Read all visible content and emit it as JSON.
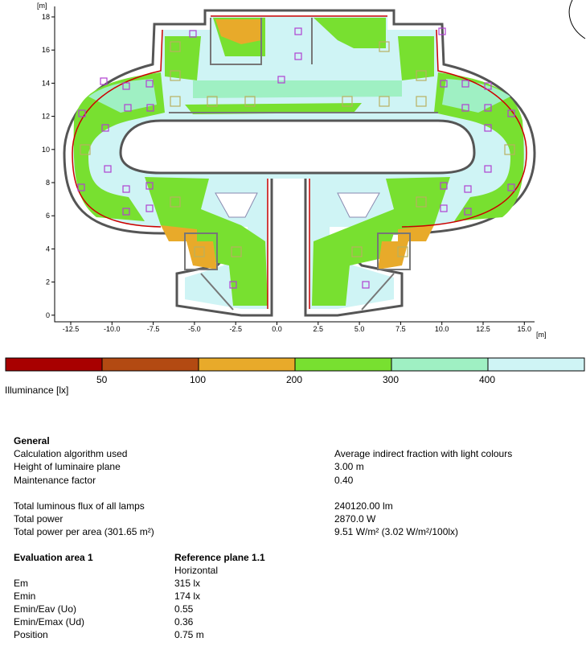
{
  "plot": {
    "unit_label": "[m]",
    "y_ticks": [
      "18",
      "16",
      "14",
      "12",
      "10",
      "8",
      "6",
      "4",
      "2",
      "0"
    ],
    "x_ticks": [
      "-12.5",
      "-10.0",
      "-7.5",
      "-5.0",
      "-2.5",
      "0.0",
      "2.5",
      "5.0",
      "7.5",
      "10.0",
      "12.5",
      "15.0"
    ]
  },
  "legend": {
    "title": "Illuminance [lx]",
    "ticks": [
      "50",
      "100",
      "200",
      "300",
      "400"
    ],
    "colors": [
      "#a80000",
      "#b34a12",
      "#e8aa2a",
      "#78e030",
      "#9ff0c3",
      "#cff4f5"
    ]
  },
  "general": {
    "heading": "General",
    "rows": [
      {
        "label": "Calculation algorithm used",
        "value": "Average indirect fraction with light colours"
      },
      {
        "label": "Height of luminaire plane",
        "value": "3.00 m"
      },
      {
        "label": "Maintenance factor",
        "value": "0.40"
      },
      {
        "label": "Total luminous flux of all lamps",
        "value": "240120.00 lm"
      },
      {
        "label": "Total power",
        "value": "2870.0 W"
      },
      {
        "label": "Total power per area (301.65 m²)",
        "value": "9.51 W/m² (3.02 W/m²/100lx)"
      }
    ]
  },
  "evaluation": {
    "heading": "Evaluation area 1",
    "plane": "Reference plane 1.1",
    "orientation": "Horizontal",
    "rows": [
      {
        "label": "Em",
        "value": "315 lx"
      },
      {
        "label": "Emin",
        "value": "174 lx"
      },
      {
        "label": "Emin/Eav (Uo)",
        "value": "0.55"
      },
      {
        "label": "Emin/Emax (Ud)",
        "value": "0.36"
      },
      {
        "label": "Position",
        "value": "0.75 m"
      }
    ]
  }
}
